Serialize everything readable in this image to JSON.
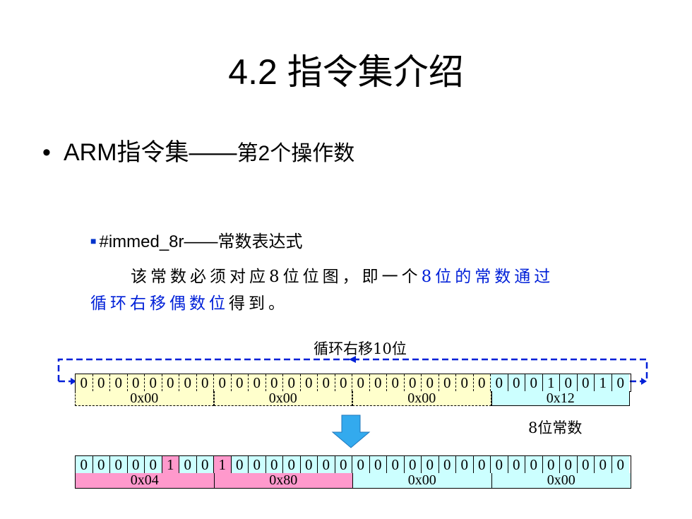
{
  "title": "4.2  指令集介绍",
  "bullet1": {
    "dot": "•",
    "main": "ARM指令集——",
    "sub": "第2个操作数"
  },
  "bullet2": {
    "marker": "■",
    "text": "#immed_8r——常数表达式"
  },
  "para": {
    "line1_a": "该常数必须对应8位位图，即一个",
    "line1_b": "8位的常数通过",
    "line2_a": "循环右移偶数位",
    "line2_b": "得到。"
  },
  "diagram": {
    "rotate_label": "循环右移10位",
    "const_label": "8位常数",
    "top_bits": [
      "0",
      "0",
      "0",
      "0",
      "0",
      "0",
      "0",
      "0",
      "0",
      "0",
      "0",
      "0",
      "0",
      "0",
      "0",
      "0",
      "0",
      "0",
      "0",
      "0",
      "0",
      "0",
      "0",
      "0",
      "0",
      "0",
      "0",
      "1",
      "0",
      "0",
      "1",
      "0"
    ],
    "top_hex": [
      "0x00",
      "0x00",
      "0x00",
      "0x12"
    ],
    "bottom_bits": [
      "0",
      "0",
      "0",
      "0",
      "0",
      "1",
      "0",
      "0",
      "1",
      "0",
      "0",
      "0",
      "0",
      "0",
      "0",
      "0",
      "0",
      "0",
      "0",
      "0",
      "0",
      "0",
      "0",
      "0",
      "0",
      "0",
      "0",
      "0",
      "0",
      "0",
      "0",
      "0"
    ],
    "bottom_hex": [
      "0x04",
      "0x80",
      "0x00",
      "0x00"
    ],
    "colors": {
      "yellow": "#ffffcc",
      "cyan": "#ccffff",
      "pink": "#ff99cc",
      "blue": "#0020d8",
      "arrow": "#33aaee"
    }
  }
}
